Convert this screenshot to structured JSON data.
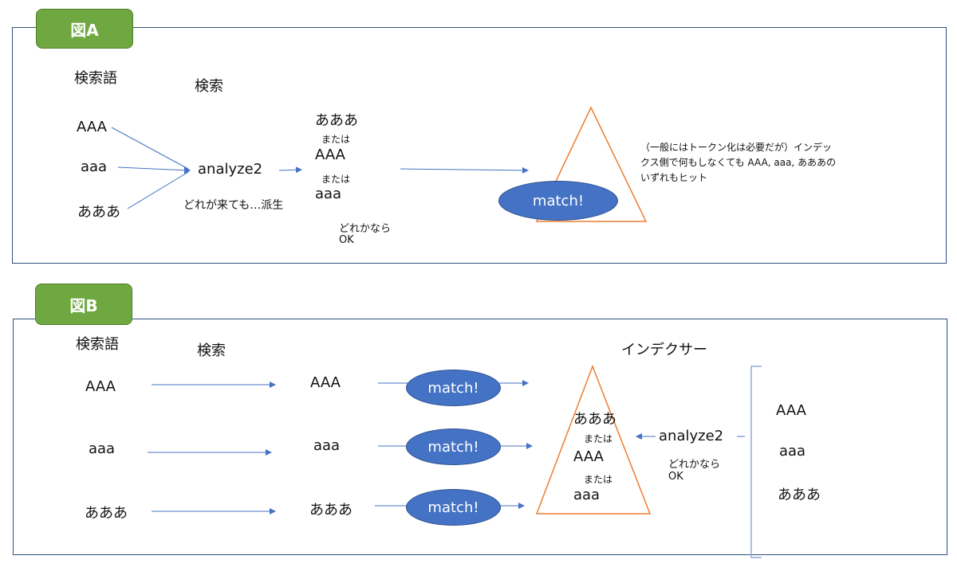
{
  "figA": {
    "tab": "図A",
    "query_header": "検索語",
    "search_header": "検索",
    "terms": [
      "AAA",
      "aaa",
      "あああ"
    ],
    "analyzer": "analyze2",
    "analyzer_note": "どれが来ても…派生",
    "search_values": [
      "あああ",
      "または",
      "AAA",
      "または",
      "aaa"
    ],
    "ok_note_line1": "どれかなら",
    "ok_note_line2": "OK",
    "match": "match!",
    "index_note": "（一般にはトークン化は必要だが）インデックス側で何もしなくても AAA, aaa, あああのいずれもヒット"
  },
  "figB": {
    "tab": "図B",
    "query_header": "検索語",
    "search_header": "検索",
    "indexer_header": "インデクサー",
    "terms": [
      "AAA",
      "aaa",
      "あああ"
    ],
    "search_values": [
      "AAA",
      "aaa",
      "あああ"
    ],
    "match": "match!",
    "triangle_values": [
      "あああ",
      "または",
      "AAA",
      "または",
      "aaa"
    ],
    "analyzer": "analyze2",
    "ok_note_line1": "どれかなら",
    "ok_note_line2": "OK",
    "index_terms": [
      "AAA",
      "aaa",
      "あああ"
    ]
  },
  "colors": {
    "panel_border": "#2f4f7f",
    "tab_green": "#6fa840",
    "arrow_blue": "#4472c4",
    "ellipse_blue": "#4472c4",
    "triangle_orange": "#ed7d31",
    "bracket_blue": "#8faadc"
  }
}
